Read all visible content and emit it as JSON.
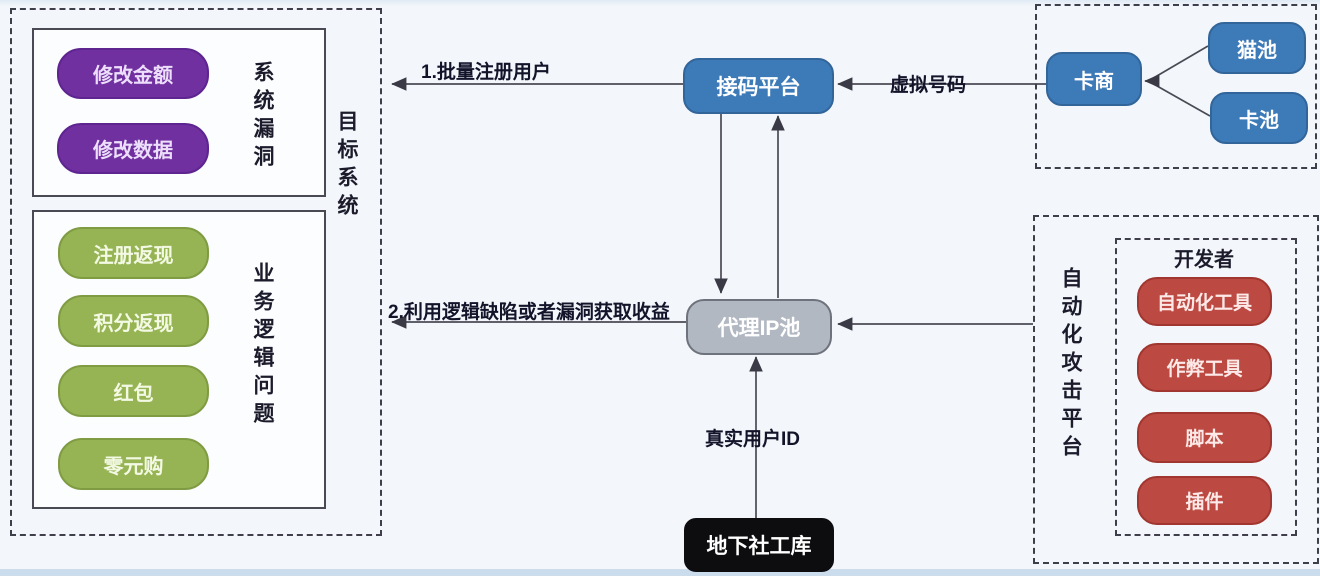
{
  "colors": {
    "background": "#f3f6fa",
    "purple_pill": "#7030a0",
    "green_pill": "#97b455",
    "blue_node": "#3d7ab8",
    "gray_node": "#b2b8c2",
    "black_node": "#0d0d10",
    "red_pill": "#bc4a42",
    "edge_line": "#3f3f4c"
  },
  "target_system": {
    "label": "目标系统",
    "system_vulnerability": {
      "label": "系统漏洞",
      "items": [
        "修改金额",
        "修改数据"
      ]
    },
    "business_logic": {
      "label": "业务逻辑问题",
      "items": [
        "注册返现",
        "积分返现",
        "红包",
        "零元购"
      ]
    }
  },
  "card_supply": {
    "card_merchant": "卡商",
    "cat_pool": "猫池",
    "card_pool": "卡池"
  },
  "attack_platform": {
    "label": "自动化攻击平台",
    "developer": {
      "label": "开发者",
      "items": [
        "自动化工具",
        "作弊工具",
        "脚本",
        "插件"
      ]
    }
  },
  "nodes": {
    "sms_code_platform": "接码平台",
    "proxy_ip_pool": "代理IP池",
    "underground_social_db": "地下社工库"
  },
  "edges": {
    "batch_register_users": "1.批量注册用户",
    "virtual_number": "虚拟号码",
    "exploit_logic_flaws": "2.利用逻辑缺陷或者漏洞获取收益",
    "real_user_id": "真实用户ID"
  }
}
